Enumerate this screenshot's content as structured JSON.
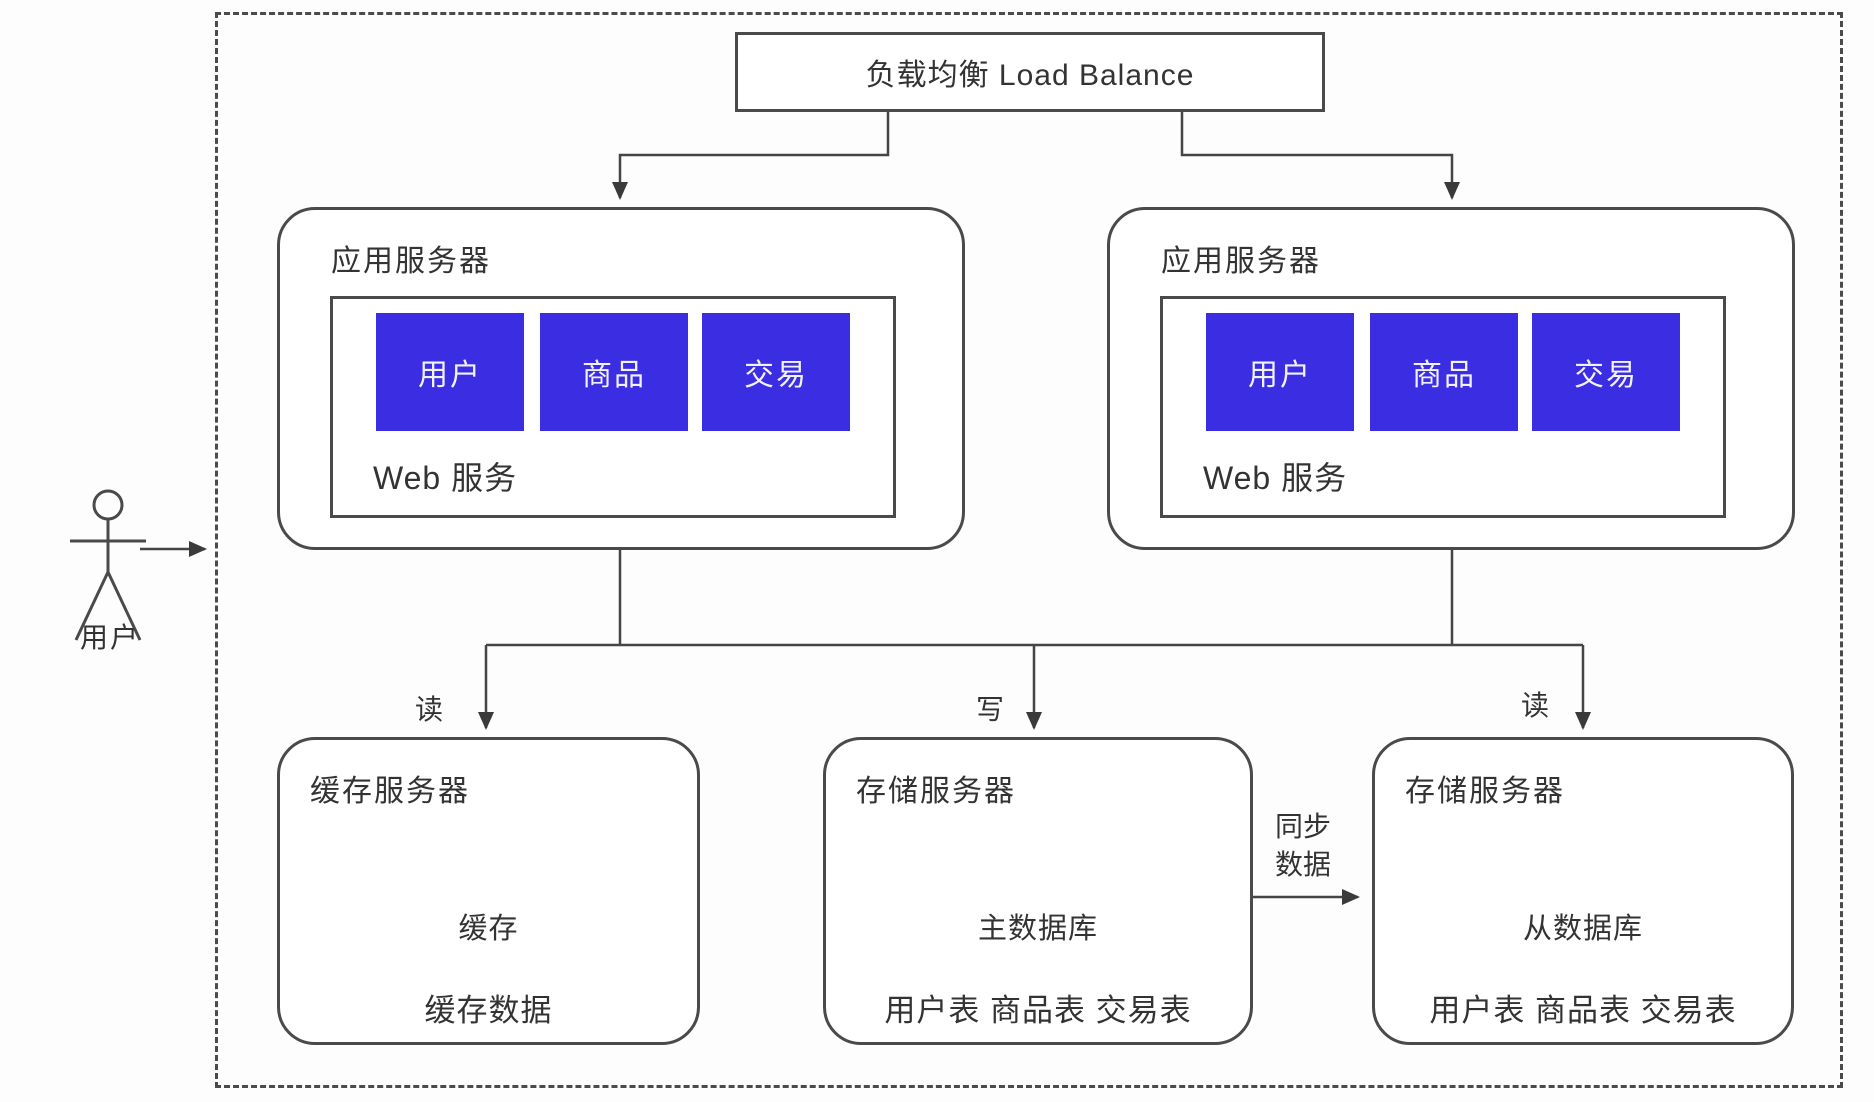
{
  "diagram": {
    "user_actor": {
      "label": "用户"
    },
    "load_balancer": {
      "label": "负载均衡 Load Balance"
    },
    "app_servers": [
      {
        "title": "应用服务器",
        "web_service_label": "Web 服务",
        "modules": [
          "用户",
          "商品",
          "交易"
        ]
      },
      {
        "title": "应用服务器",
        "web_service_label": "Web 服务",
        "modules": [
          "用户",
          "商品",
          "交易"
        ]
      }
    ],
    "cache_server": {
      "title": "缓存服务器",
      "cylinder_label": "缓存",
      "data_label": "缓存数据"
    },
    "master_storage": {
      "title": "存储服务器",
      "cylinder_label": "主数据库",
      "data_label": "用户表 商品表 交易表"
    },
    "slave_storage": {
      "title": "存储服务器",
      "cylinder_label": "从数据库",
      "data_label": "用户表 商品表 交易表"
    },
    "edge_labels": {
      "read_left": "读",
      "write": "写",
      "read_right": "读",
      "sync_line1": "同步",
      "sync_line2": "数据"
    },
    "colors": {
      "module_blue": "#3b2ee2",
      "line": "#4a4a4a",
      "text": "#333333"
    }
  }
}
